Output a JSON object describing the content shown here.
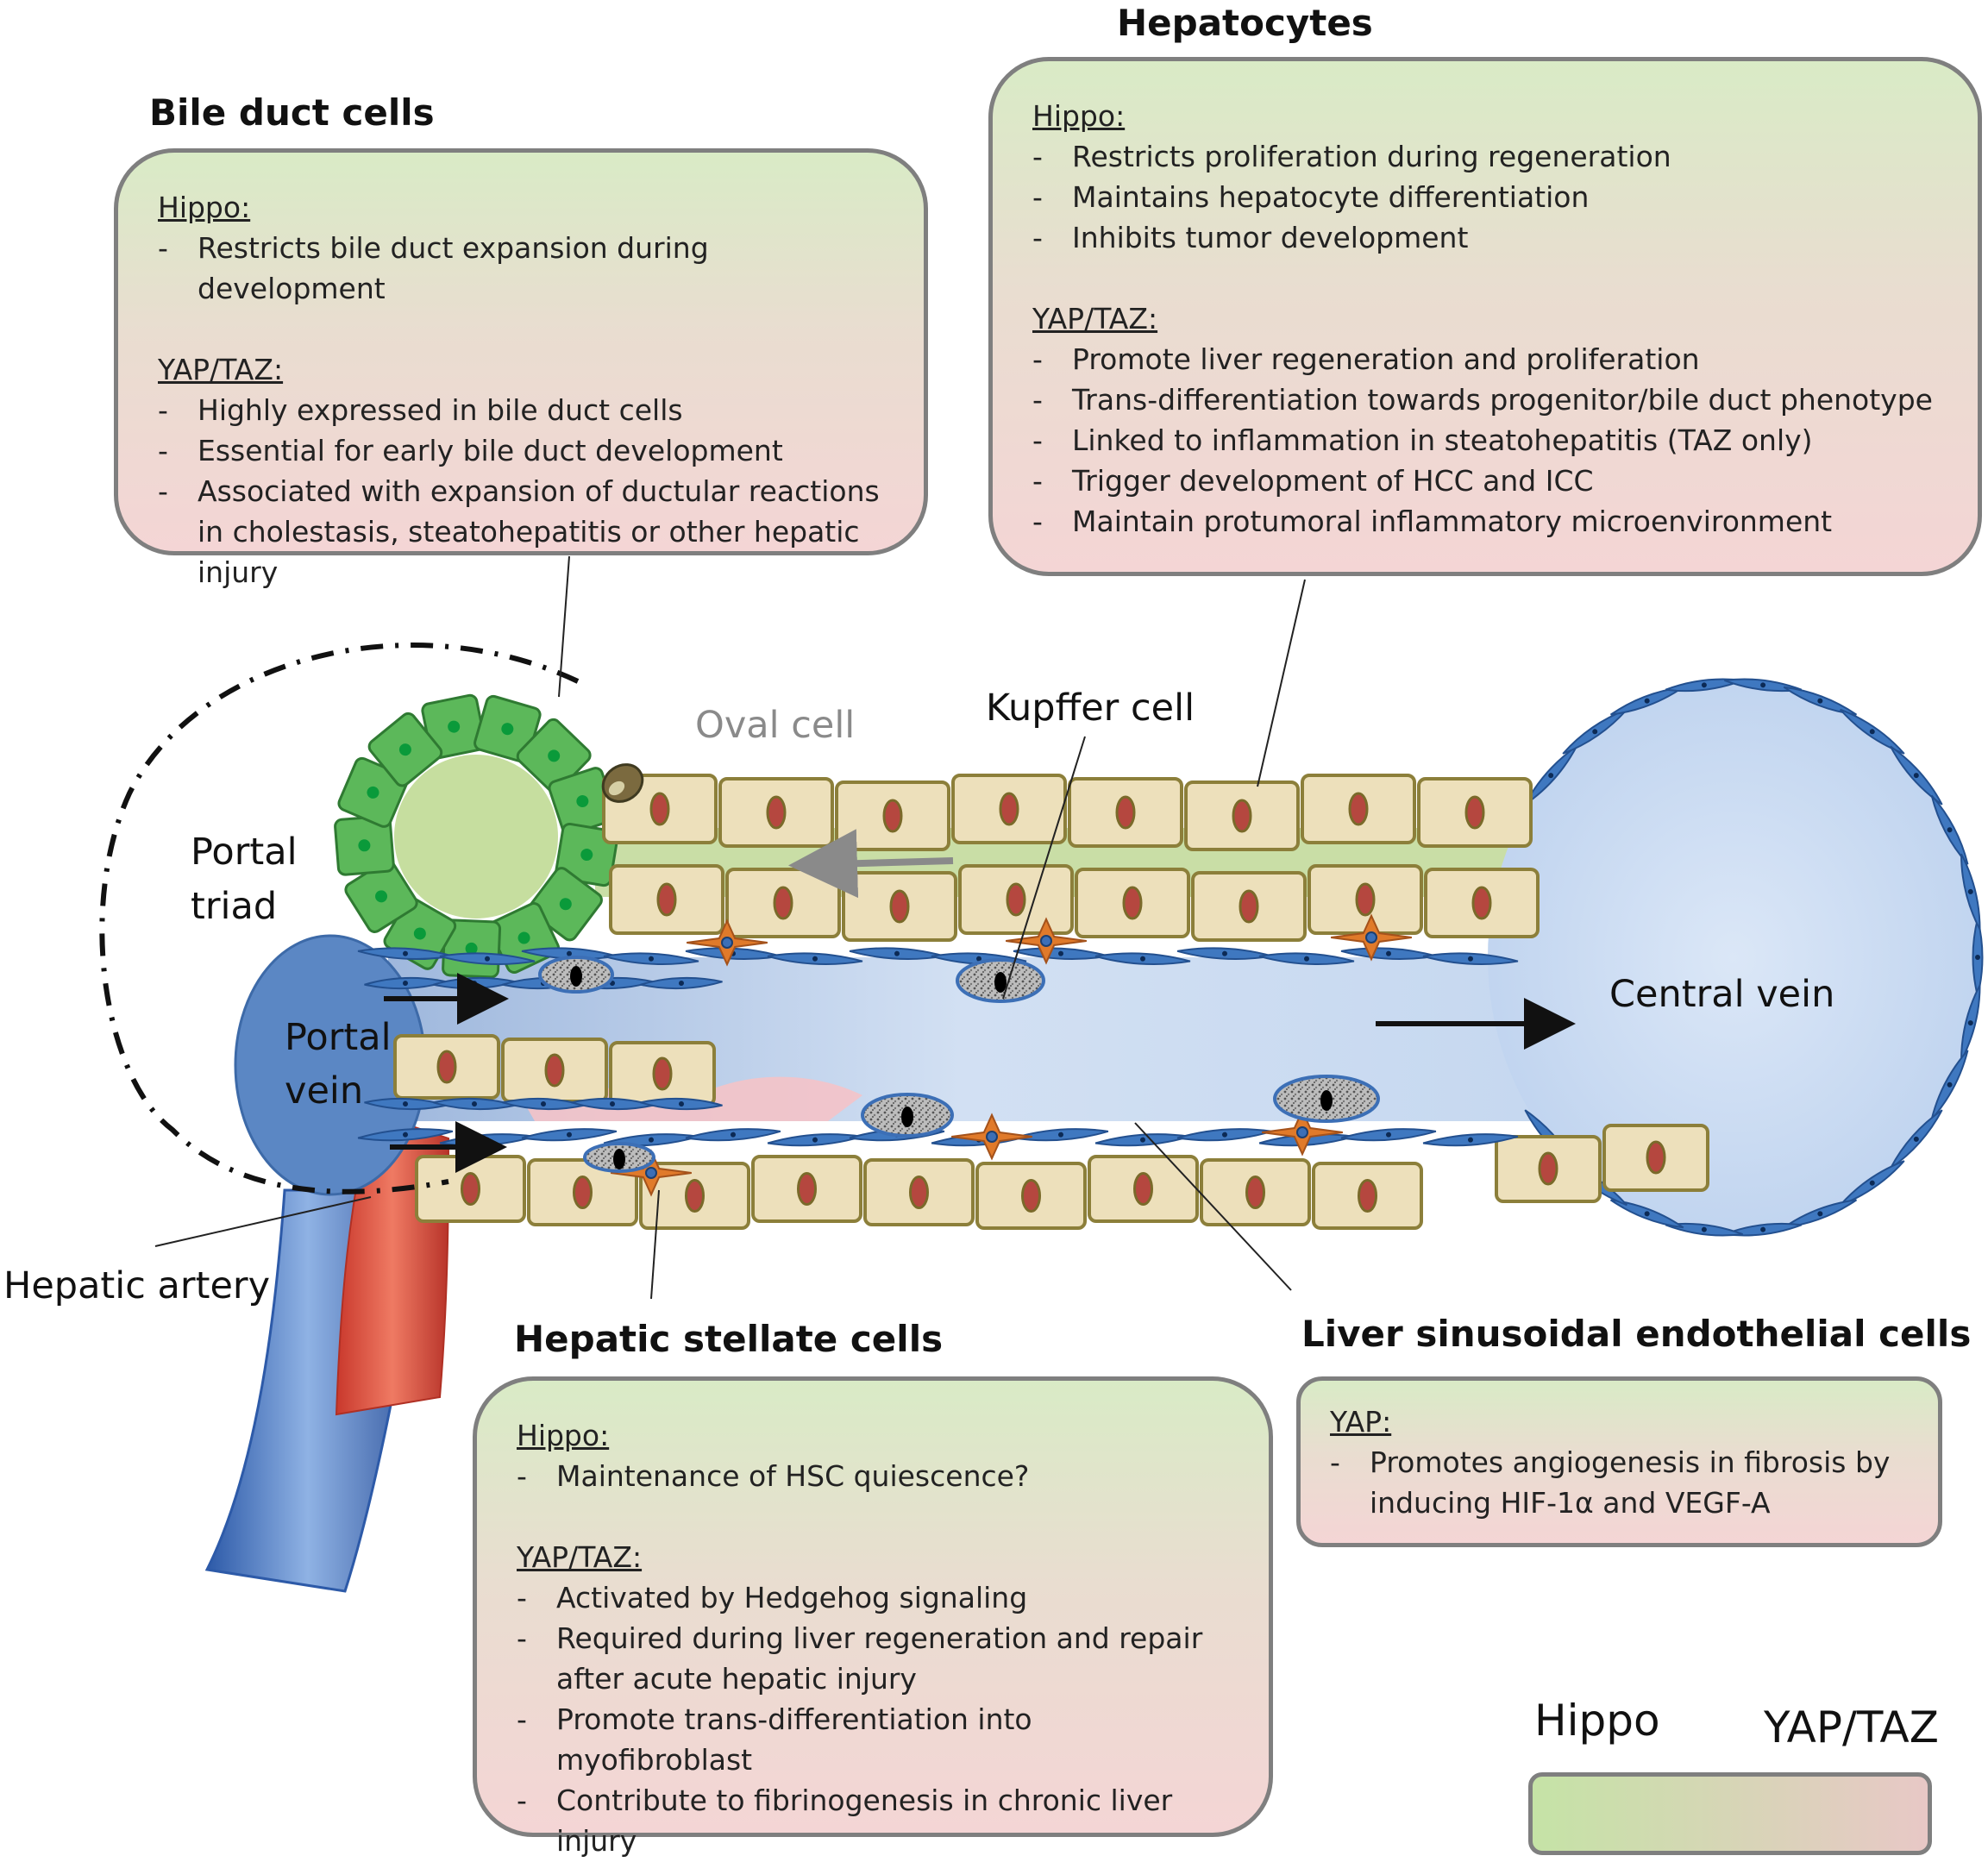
{
  "titles": {
    "bile": "Bile duct cells",
    "hep": "Hepatocytes",
    "hsc": "Hepatic stellate cells",
    "lsec": "Liver sinusoidal endothelial cells"
  },
  "bile_box": {
    "hippo_heading": "Hippo:",
    "hippo_items": [
      "Restricts bile duct expansion during development"
    ],
    "yap_heading": "YAP/TAZ:",
    "yap_items": [
      "Highly expressed in bile duct cells",
      "Essential for early bile duct development",
      "Associated with expansion of ductular reactions in cholestasis, steatohepatitis or other hepatic injury"
    ]
  },
  "hep_box": {
    "hippo_heading": "Hippo:",
    "hippo_items": [
      "Restricts proliferation during regeneration",
      "Maintains hepatocyte differentiation",
      "Inhibits tumor development"
    ],
    "yap_heading": "YAP/TAZ:",
    "yap_items": [
      "Promote liver regeneration and proliferation",
      "Trans-differentiation towards progenitor/bile duct phenotype",
      "Linked to inflammation in steatohepatitis (TAZ only)",
      "Trigger development of  HCC and ICC",
      "Maintain protumoral inflammatory microenvironment"
    ]
  },
  "hsc_box": {
    "hippo_heading": "Hippo:",
    "hippo_items": [
      "Maintenance of HSC quiescence?"
    ],
    "yap_heading": "YAP/TAZ:",
    "yap_items": [
      "Activated by Hedgehog signaling",
      "Required during liver regeneration and repair after acute hepatic injury",
      "Promote trans-differentiation into myofibroblast",
      "Contribute to fibrinogenesis in chronic liver injury"
    ]
  },
  "lsec_box": {
    "yap_heading": "YAP:",
    "yap_items": [
      "Promotes angiogenesis in fibrosis by inducing HIF-1α and VEGF-A"
    ]
  },
  "labels": {
    "oval_cell": "Oval cell",
    "kupffer_cell": "Kupffer cell",
    "portal_triad_1": "Portal",
    "portal_triad_2": "triad",
    "portal_vein_1": "Portal",
    "portal_vein_2": "vein",
    "central_vein": "Central vein",
    "hepatic_artery": "Hepatic artery"
  },
  "legend": {
    "left": "Hippo",
    "right": "YAP/TAZ",
    "gradient_from": "#c5e3a6",
    "gradient_to": "#e8c8c6"
  },
  "colors": {
    "hepatocyte_fill": "#ede0bb",
    "hepatocyte_nucleus": "#b5473f",
    "bile_duct_cell": "#5cb85a",
    "endothelial": "#3f78c0",
    "stellate": "#e07a2a",
    "sinusoid": "#c8d9f0"
  }
}
